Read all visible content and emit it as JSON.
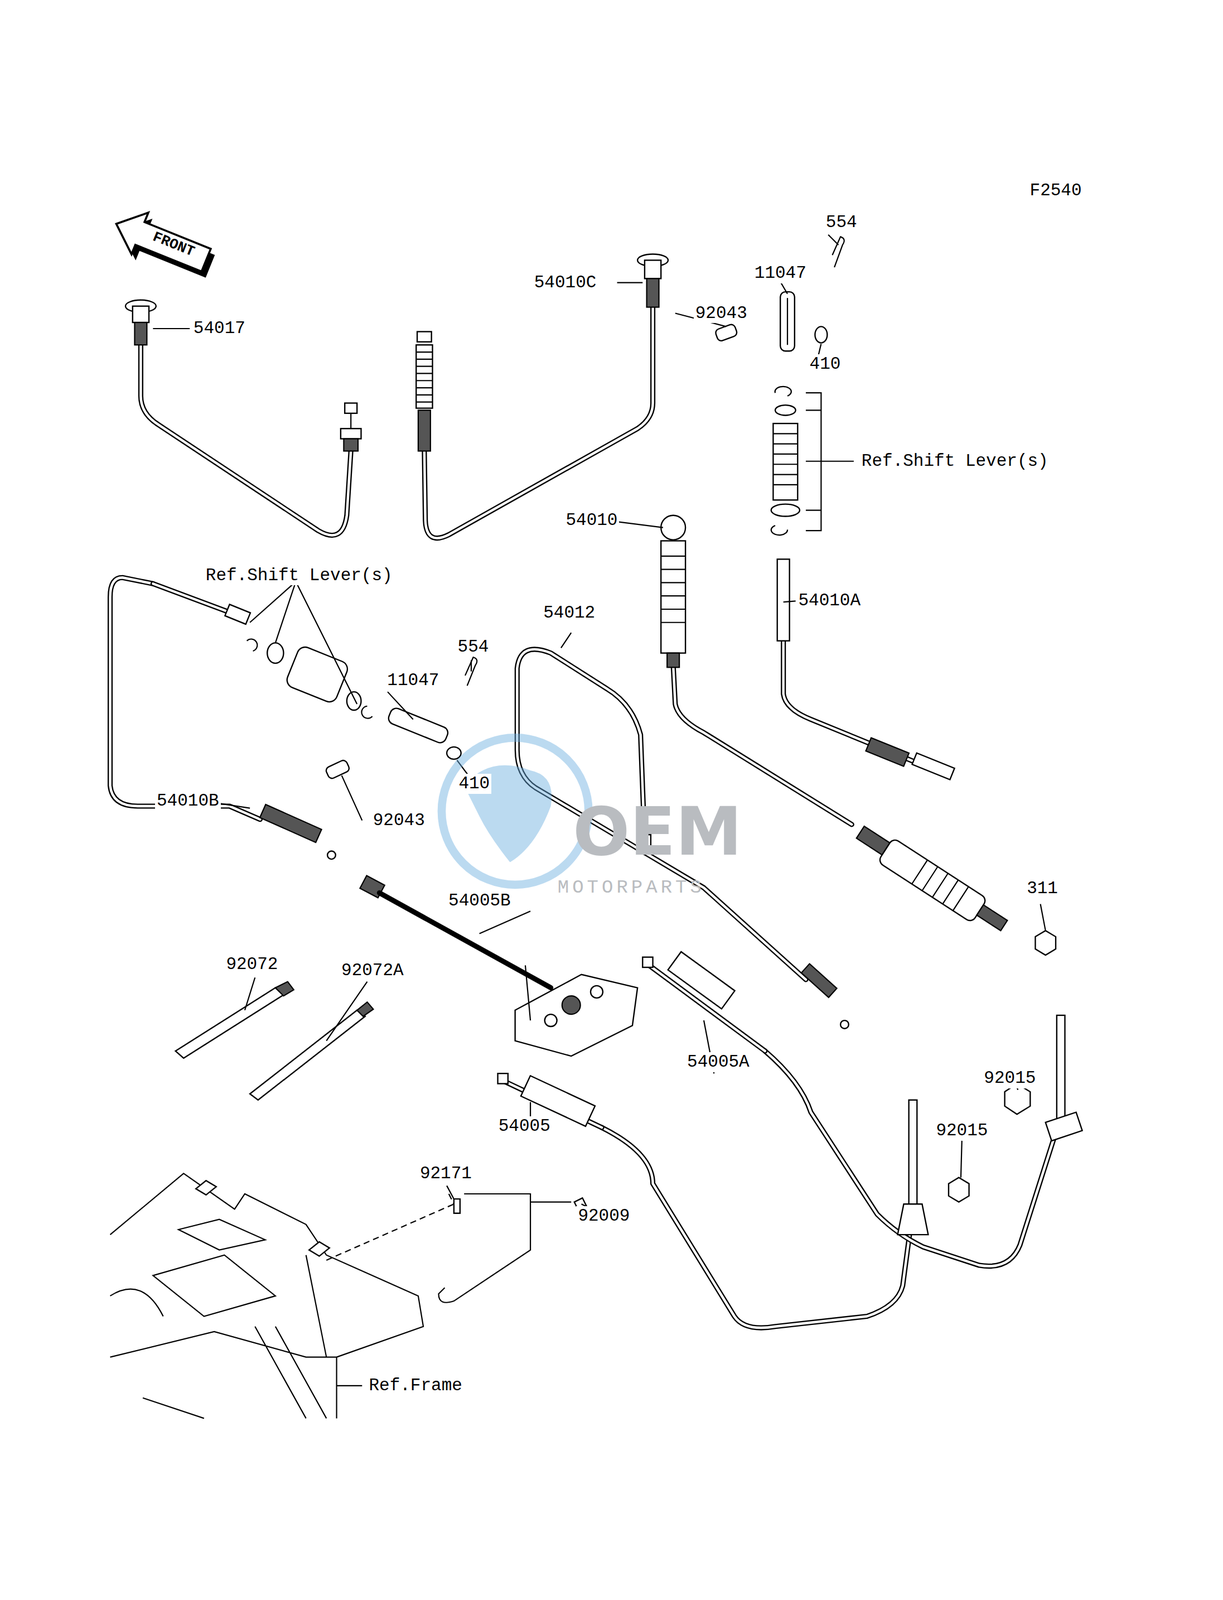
{
  "diagram": {
    "labels": [
      "F2540",
      "FRONT",
      "54017",
      "54010C",
      "554",
      "11047",
      "92043",
      "410",
      "Ref.Shift Lever(s)",
      "54010",
      "54010A",
      "Ref.Shift Lever(s)",
      "554",
      "11047",
      "54012",
      "410",
      "54010B",
      "92043",
      "311",
      "54005B",
      "92072",
      "92072A",
      "92015",
      "54005A",
      "92015",
      "54005",
      "92171",
      "92009",
      "Ref.Frame",
      "OEM",
      "MOTORPARTS"
    ]
  }
}
